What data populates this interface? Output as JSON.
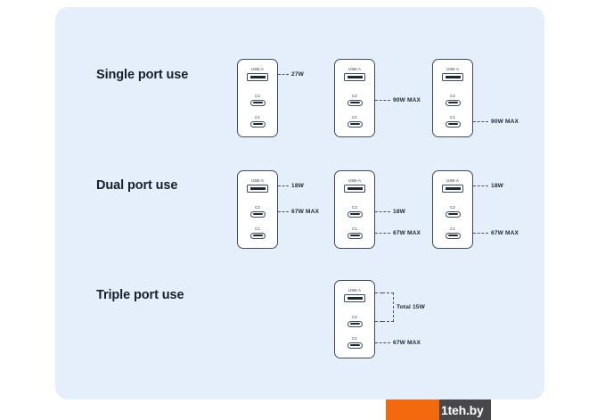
{
  "panel": {
    "background_color": "#e4effb"
  },
  "sections": [
    {
      "title": "Single port use",
      "chargers": [
        {
          "ports": [
            {
              "label": "USB-A",
              "type": "usb-a"
            },
            {
              "label": "C2",
              "type": "usb-c"
            },
            {
              "label": "C1",
              "type": "usb-c"
            }
          ],
          "callouts": [
            {
              "text": "27W",
              "port": "USB-A"
            }
          ]
        },
        {
          "ports": [
            {
              "label": "USB-A",
              "type": "usb-a"
            },
            {
              "label": "C2",
              "type": "usb-c"
            },
            {
              "label": "C1",
              "type": "usb-c"
            }
          ],
          "callouts": [
            {
              "text": "90W MAX",
              "port": "C2"
            }
          ]
        },
        {
          "ports": [
            {
              "label": "USB-A",
              "type": "usb-a"
            },
            {
              "label": "C2",
              "type": "usb-c"
            },
            {
              "label": "C1",
              "type": "usb-c"
            }
          ],
          "callouts": [
            {
              "text": "90W MAX",
              "port": "C1"
            }
          ]
        }
      ]
    },
    {
      "title": "Dual port use",
      "chargers": [
        {
          "ports": [
            {
              "label": "USB-A",
              "type": "usb-a"
            },
            {
              "label": "C2",
              "type": "usb-c"
            },
            {
              "label": "C1",
              "type": "usb-c"
            }
          ],
          "callouts": [
            {
              "text": "18W",
              "port": "USB-A"
            },
            {
              "text": "67W MAX",
              "port": "C2"
            }
          ]
        },
        {
          "ports": [
            {
              "label": "USB-A",
              "type": "usb-a"
            },
            {
              "label": "C2",
              "type": "usb-c"
            },
            {
              "label": "C1",
              "type": "usb-c"
            }
          ],
          "callouts": [
            {
              "text": "18W",
              "port": "C2"
            },
            {
              "text": "67W MAX",
              "port": "C1"
            }
          ]
        },
        {
          "ports": [
            {
              "label": "USB-A",
              "type": "usb-a"
            },
            {
              "label": "C2",
              "type": "usb-c"
            },
            {
              "label": "C1",
              "type": "usb-c"
            }
          ],
          "callouts": [
            {
              "text": "18W",
              "port": "USB-A"
            },
            {
              "text": "67W MAX",
              "port": "C1"
            }
          ]
        }
      ]
    },
    {
      "title": "Triple port use",
      "chargers": [
        {
          "ports": [
            {
              "label": "USB-A",
              "type": "usb-a"
            },
            {
              "label": "C2",
              "type": "usb-c"
            },
            {
              "label": "C1",
              "type": "usb-c"
            }
          ],
          "callouts": [
            {
              "text": "Total 15W",
              "port": "USB-A + C2",
              "style": "bracket"
            },
            {
              "text": "67W MAX",
              "port": "C1"
            }
          ]
        }
      ]
    }
  ],
  "watermark": {
    "text": "1teh.by",
    "orange_color": "#f26a0d",
    "dark_color": "#48484a"
  }
}
